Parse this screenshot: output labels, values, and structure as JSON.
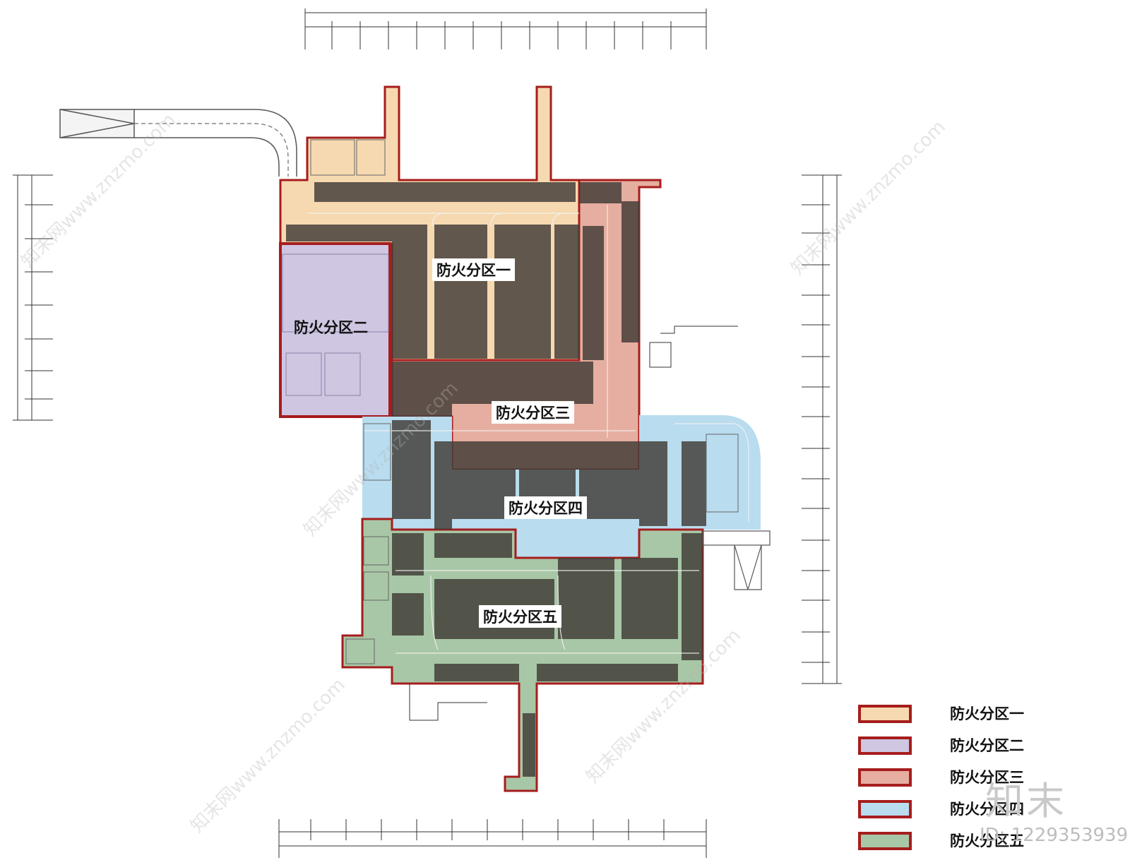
{
  "zones": [
    {
      "id": "zone1",
      "label": "防火分区一",
      "color": "#f6d9b0"
    },
    {
      "id": "zone2",
      "label": "防火分区二",
      "color": "#cfc6e2"
    },
    {
      "id": "zone3",
      "label": "防火分区三",
      "color": "#e6aea0"
    },
    {
      "id": "zone4",
      "label": "防火分区四",
      "color": "#b9dcef"
    },
    {
      "id": "zone5",
      "label": "防火分区五",
      "color": "#a8c7a6"
    }
  ],
  "legend": [
    {
      "label": "防火分区一",
      "color": "#f6d9b0"
    },
    {
      "label": "防火分区二",
      "color": "#cfc6e2"
    },
    {
      "label": "防火分区三",
      "color": "#e6aea0"
    },
    {
      "label": "防火分区四",
      "color": "#b9dcef"
    },
    {
      "label": "防火分区五",
      "color": "#a8c7a6"
    }
  ],
  "colors": {
    "boundary": "#a61d1d",
    "parking": "#3f3a36",
    "line": "#555555"
  },
  "watermark": {
    "brand": "知末",
    "id_text": "ID: 1229353939",
    "site": "知末网www.znzmo.com"
  }
}
